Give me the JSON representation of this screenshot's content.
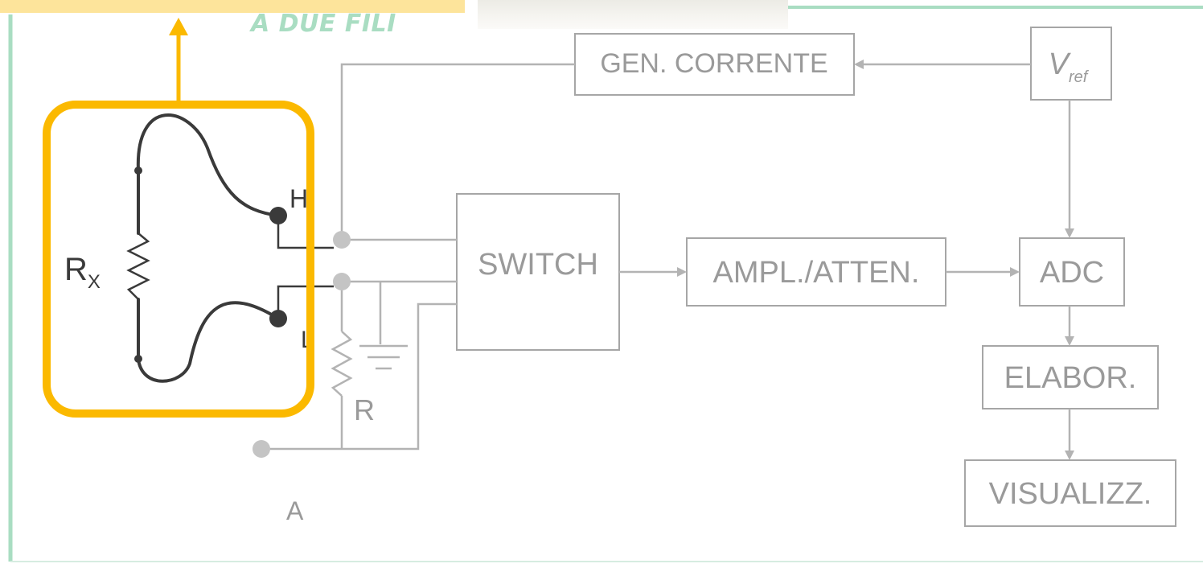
{
  "title": "A DUE FILI",
  "blocks": {
    "gen_corrente": "GEN. CORRENTE",
    "vref_main": "V",
    "vref_sub": "ref",
    "switch": "SWITCH",
    "ampl_atten": "AMPL./ATTEN.",
    "adc": "ADC",
    "elabor": "ELABOR.",
    "visualizz": "VISUALIZZ."
  },
  "probe": {
    "rx_main": "R",
    "rx_sub": "X",
    "terminal_h": "H",
    "terminal_l": "L"
  },
  "labels": {
    "resistor_r": "R",
    "terminal_a": "A"
  },
  "colors": {
    "accent_green": "#a9ddc2",
    "highlight_orange": "#fbb900",
    "callout_yellow": "#fde49b",
    "block_gray": "#a6a6a6",
    "wire_dark": "#3a3a3a"
  }
}
